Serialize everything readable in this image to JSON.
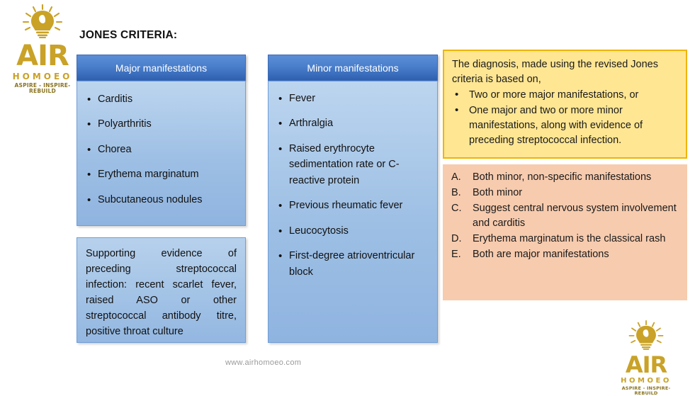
{
  "page_title": "JONES CRITERIA:",
  "brand": {
    "name": "AIR",
    "sub": "HOMOEO",
    "tagline": "ASPIRE - INSPIRE- REBUILD",
    "gold": "#c9a227"
  },
  "major": {
    "header": "Major manifestations",
    "items": [
      "Carditis",
      "Polyarthritis",
      "Chorea",
      "Erythema marginatum",
      "Subcutaneous nodules"
    ]
  },
  "minor": {
    "header": "Minor manifestations",
    "items": [
      "Fever",
      "Arthralgia",
      "Raised erythrocyte sedimentation rate or C-reactive protein",
      "Previous rheumatic fever",
      "Leucocytosis",
      "First-degree atrioventricular block"
    ]
  },
  "supporting": {
    "text": "Supporting evidence of preceding streptococcal infection: recent scarlet fever, raised ASO or other streptococcal antibody titre, positive throat culture"
  },
  "diagnosis": {
    "lead": "The diagnosis, made using the revised Jones criteria is based on,",
    "points": [
      "Two or more major manifestations, or",
      "One major and two or more minor manifestations, along with evidence of preceding streptococcal infection."
    ],
    "border_color": "#f0b400",
    "background": "#ffe693"
  },
  "options": {
    "background": "#f7cbae",
    "items": [
      {
        "marker": "A.",
        "text": "Both minor, non-specific manifestations"
      },
      {
        "marker": "B.",
        "text": "Both minor"
      },
      {
        "marker": "C.",
        "text": "Suggest central nervous system involvement and carditis"
      },
      {
        "marker": "D.",
        "text": "Erythema marginatum is the classical rash"
      },
      {
        "marker": "E.",
        "text": "Both are major manifestations"
      }
    ]
  },
  "watermark": "www.airhomoeo.com"
}
